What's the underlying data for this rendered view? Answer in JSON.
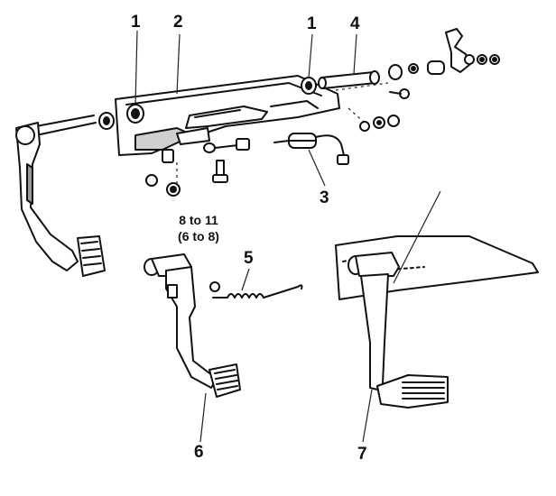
{
  "callouts": {
    "c1_left": "1",
    "c2": "2",
    "c1_right": "1",
    "c4": "4",
    "c3": "3",
    "c5": "5",
    "c6": "6",
    "c7": "7"
  },
  "torque": {
    "line1": "8 to 11",
    "line2": "(6 to 8)"
  },
  "colors": {
    "ink": "#111111",
    "paper": "#ffffff",
    "shade": "#9a9a9a"
  }
}
